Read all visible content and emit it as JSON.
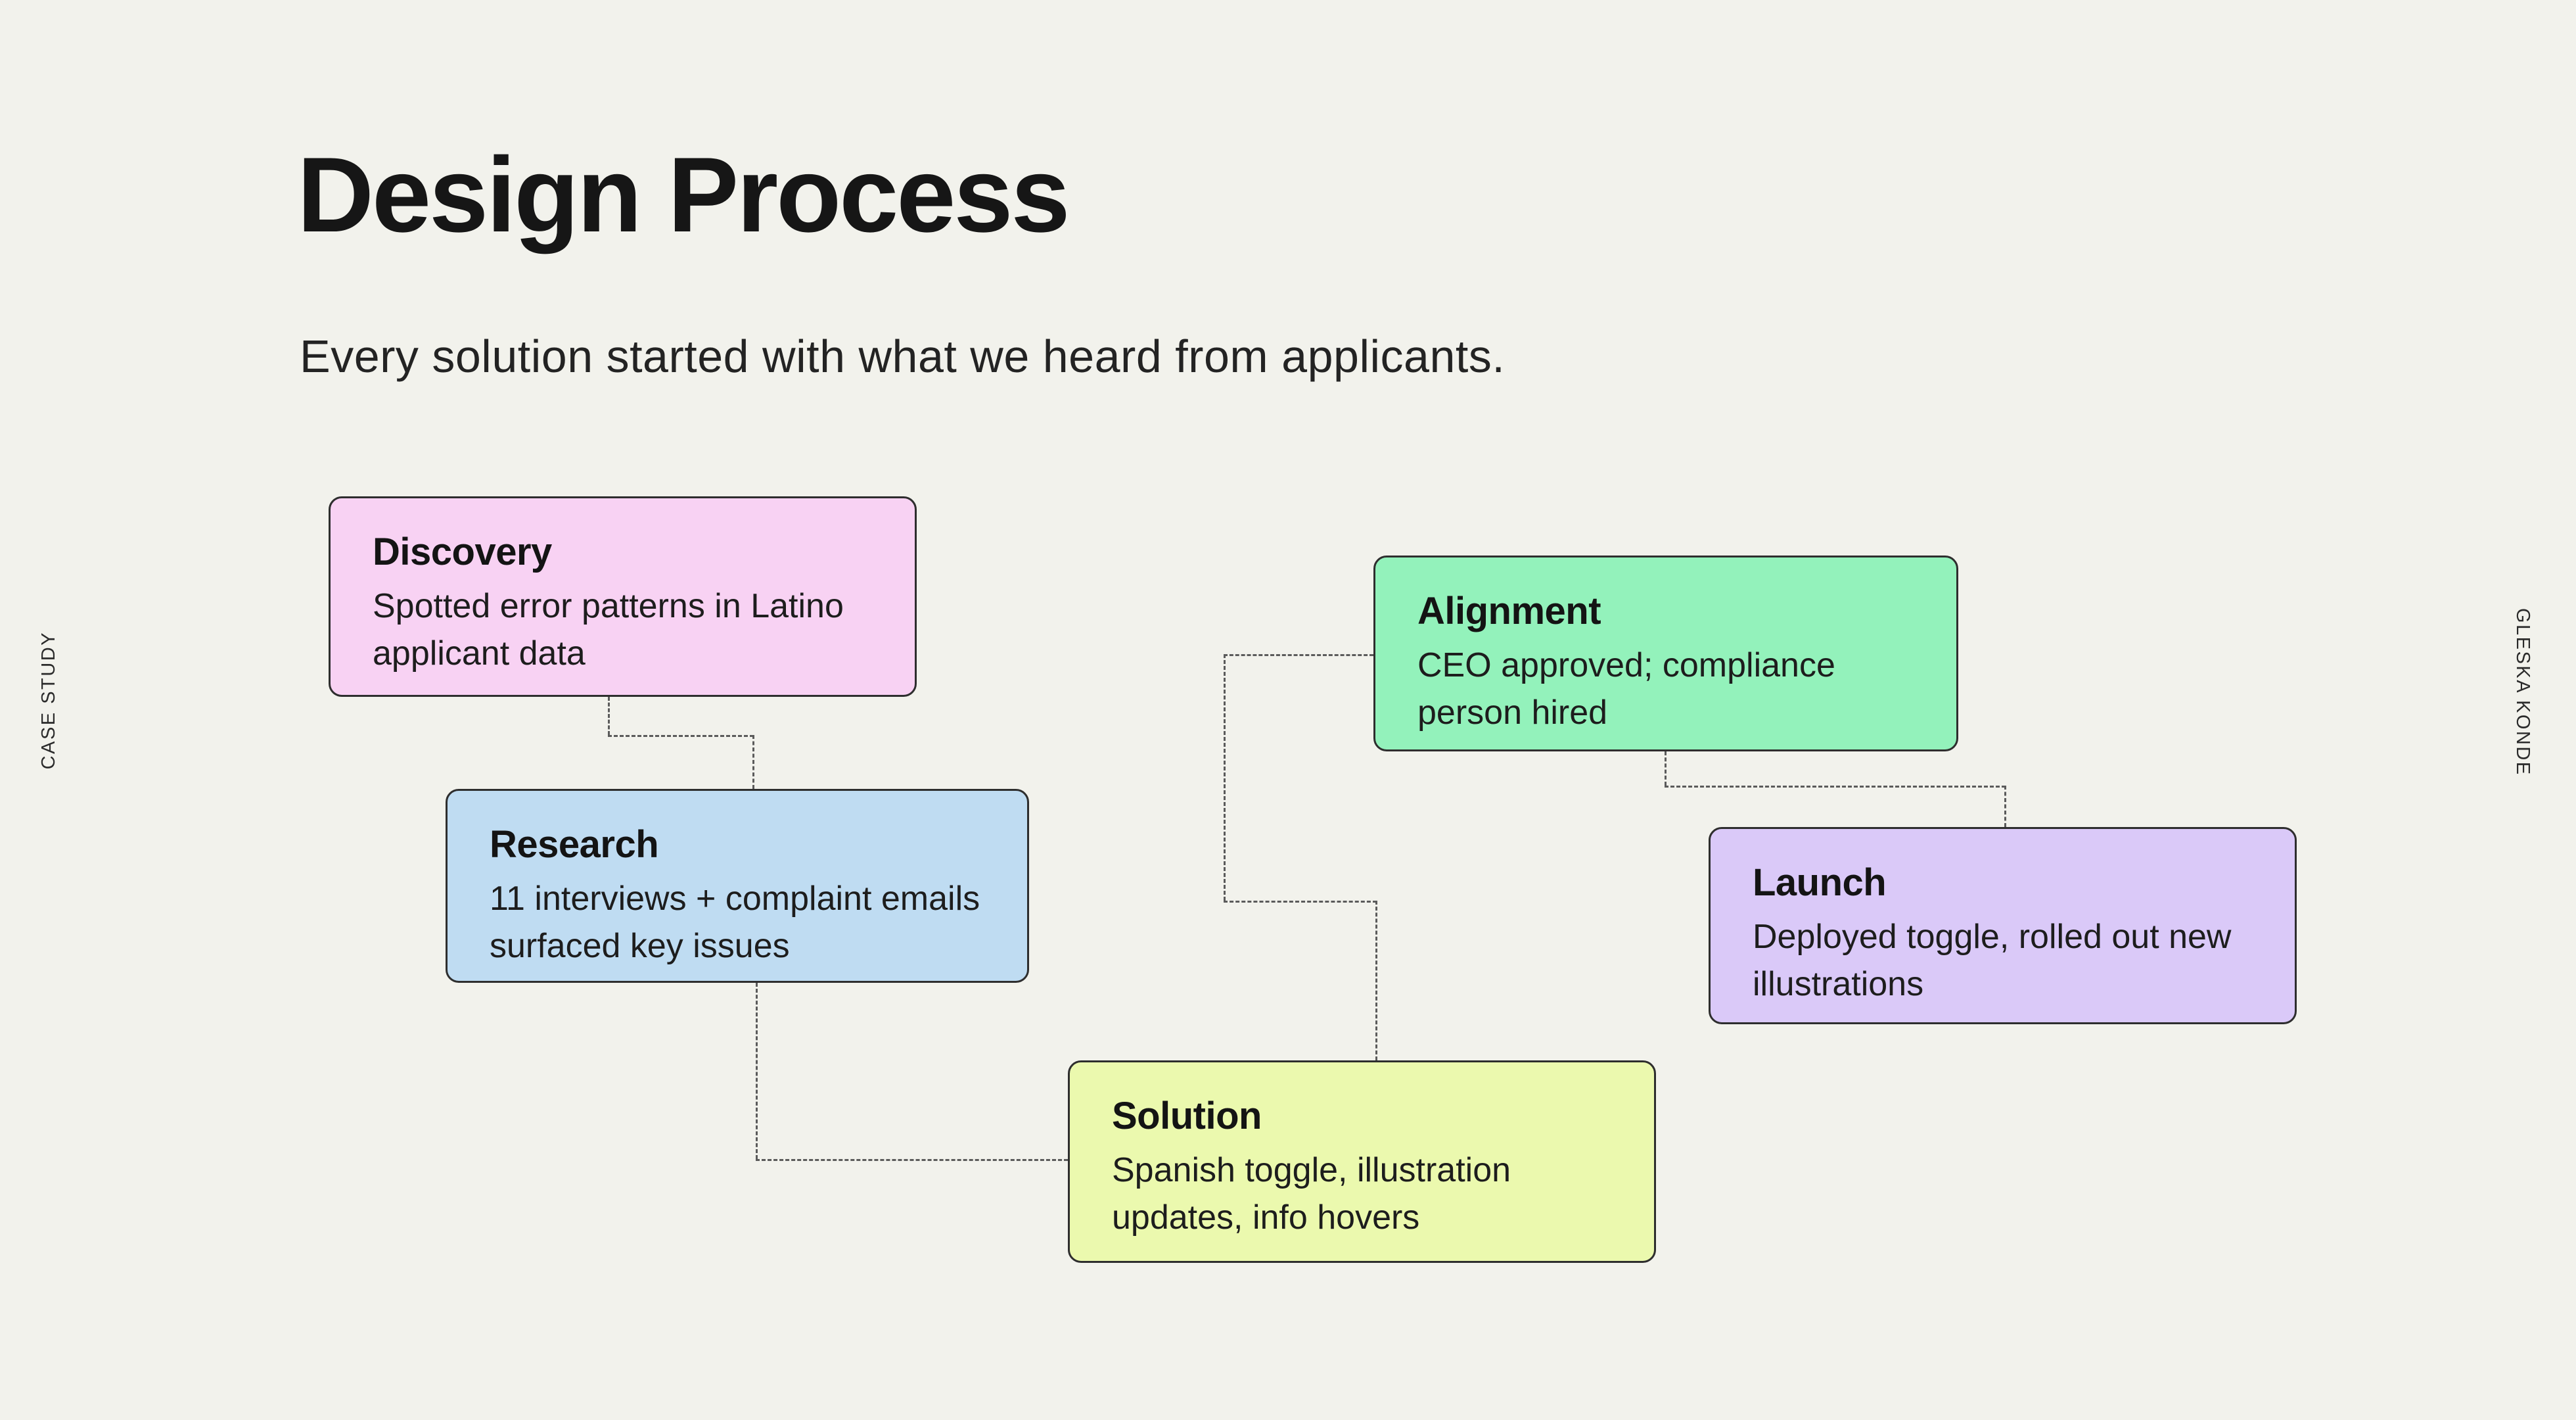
{
  "page": {
    "title": "Design Process",
    "subtitle": "Every solution started with what we heard from applicants.",
    "left_margin_label": "CASE STUDY",
    "right_margin_label": "GLESKA KONDE"
  },
  "colors": {
    "background": "#F2F2EC",
    "text": "#1C1C1C",
    "card_border": "#2E2E2E",
    "connector": "#5B5B5B"
  },
  "cards": [
    {
      "id": "discovery",
      "title": "Discovery",
      "body": "Spotted error patterns in Latino applicant data",
      "color": "#F8D2F3"
    },
    {
      "id": "research",
      "title": "Research",
      "body": "11 interviews + complaint emails surfaced key issues",
      "color": "#BFDCF2"
    },
    {
      "id": "solution",
      "title": "Solution",
      "body": "Spanish toggle, illustration updates, info hovers",
      "color": "#EBF9AE"
    },
    {
      "id": "alignment",
      "title": "Alignment",
      "body": "CEO approved; compliance person hired",
      "color": "#93F2BB"
    },
    {
      "id": "launch",
      "title": "Launch",
      "body": "Deployed toggle, rolled out new illustrations",
      "color": "#DAC9F8"
    }
  ]
}
